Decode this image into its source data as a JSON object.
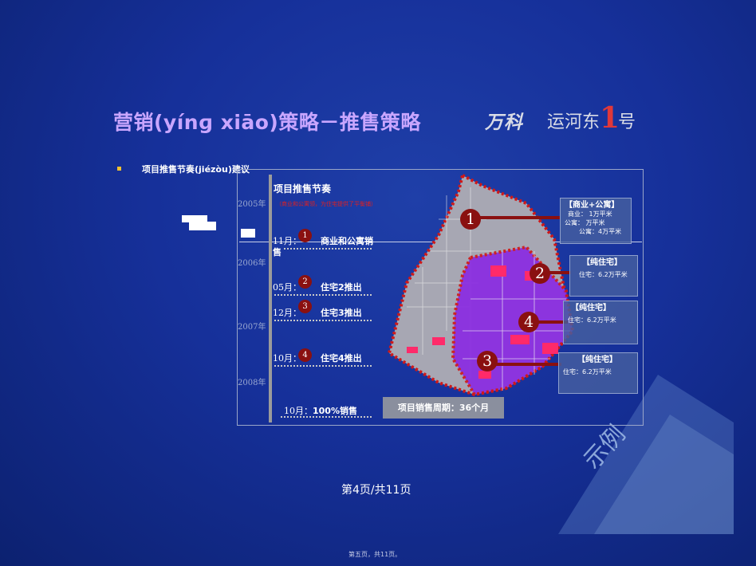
{
  "title": "营销(yínɡ xiāo)策略－推售策略",
  "logo": {
    "wanke": "万科",
    "yunhe": "运河东",
    "one": "1",
    "hao": "号"
  },
  "bullet": "项目推售节奏(jiézòu)建议",
  "timeline": {
    "title": "项目推售节奏",
    "subtitle": "（商业和公寓领，为住宅提供了平衡铺）",
    "years": [
      "2005年",
      "2006年",
      "2007年",
      "2008年"
    ],
    "events": [
      {
        "month": "11月：",
        "num": "1",
        "text": "商业和公寓销",
        "text2": "售"
      },
      {
        "month": "05月：",
        "num": "2",
        "text": "住宅2推出"
      },
      {
        "month": "12月：",
        "num": "3",
        "text": "住宅3推出"
      },
      {
        "month": "10月：",
        "num": "4",
        "text": "住宅4推出"
      }
    ],
    "final_month": "10月：",
    "final_text": "100%销售"
  },
  "map_markers": [
    "1",
    "2",
    "4",
    "3"
  ],
  "info_boxes": [
    {
      "header": "【商业+公寓】",
      "line1": "商业：  1万平米",
      "line2": "公寓：  万平米",
      "line3": "公寓：4万平米"
    },
    {
      "header": "【纯住宅】",
      "line1": "住宅：6.2万平米"
    },
    {
      "header": "【纯住宅】",
      "line1": "住宅：6.2万平米"
    },
    {
      "header": "【纯住宅】",
      "line1": "住宅：6.2万平米"
    }
  ],
  "period": "项目销售周期：36个月",
  "watermark": "示例",
  "footer_page": "第4页/共11页",
  "footer_small": "第五页，共11页。",
  "colors": {
    "accent_purple": "#c9a6ff",
    "marker_red": "#8a1010",
    "map_purple": "#8a2be2",
    "map_pink": "#ff2a6a"
  }
}
